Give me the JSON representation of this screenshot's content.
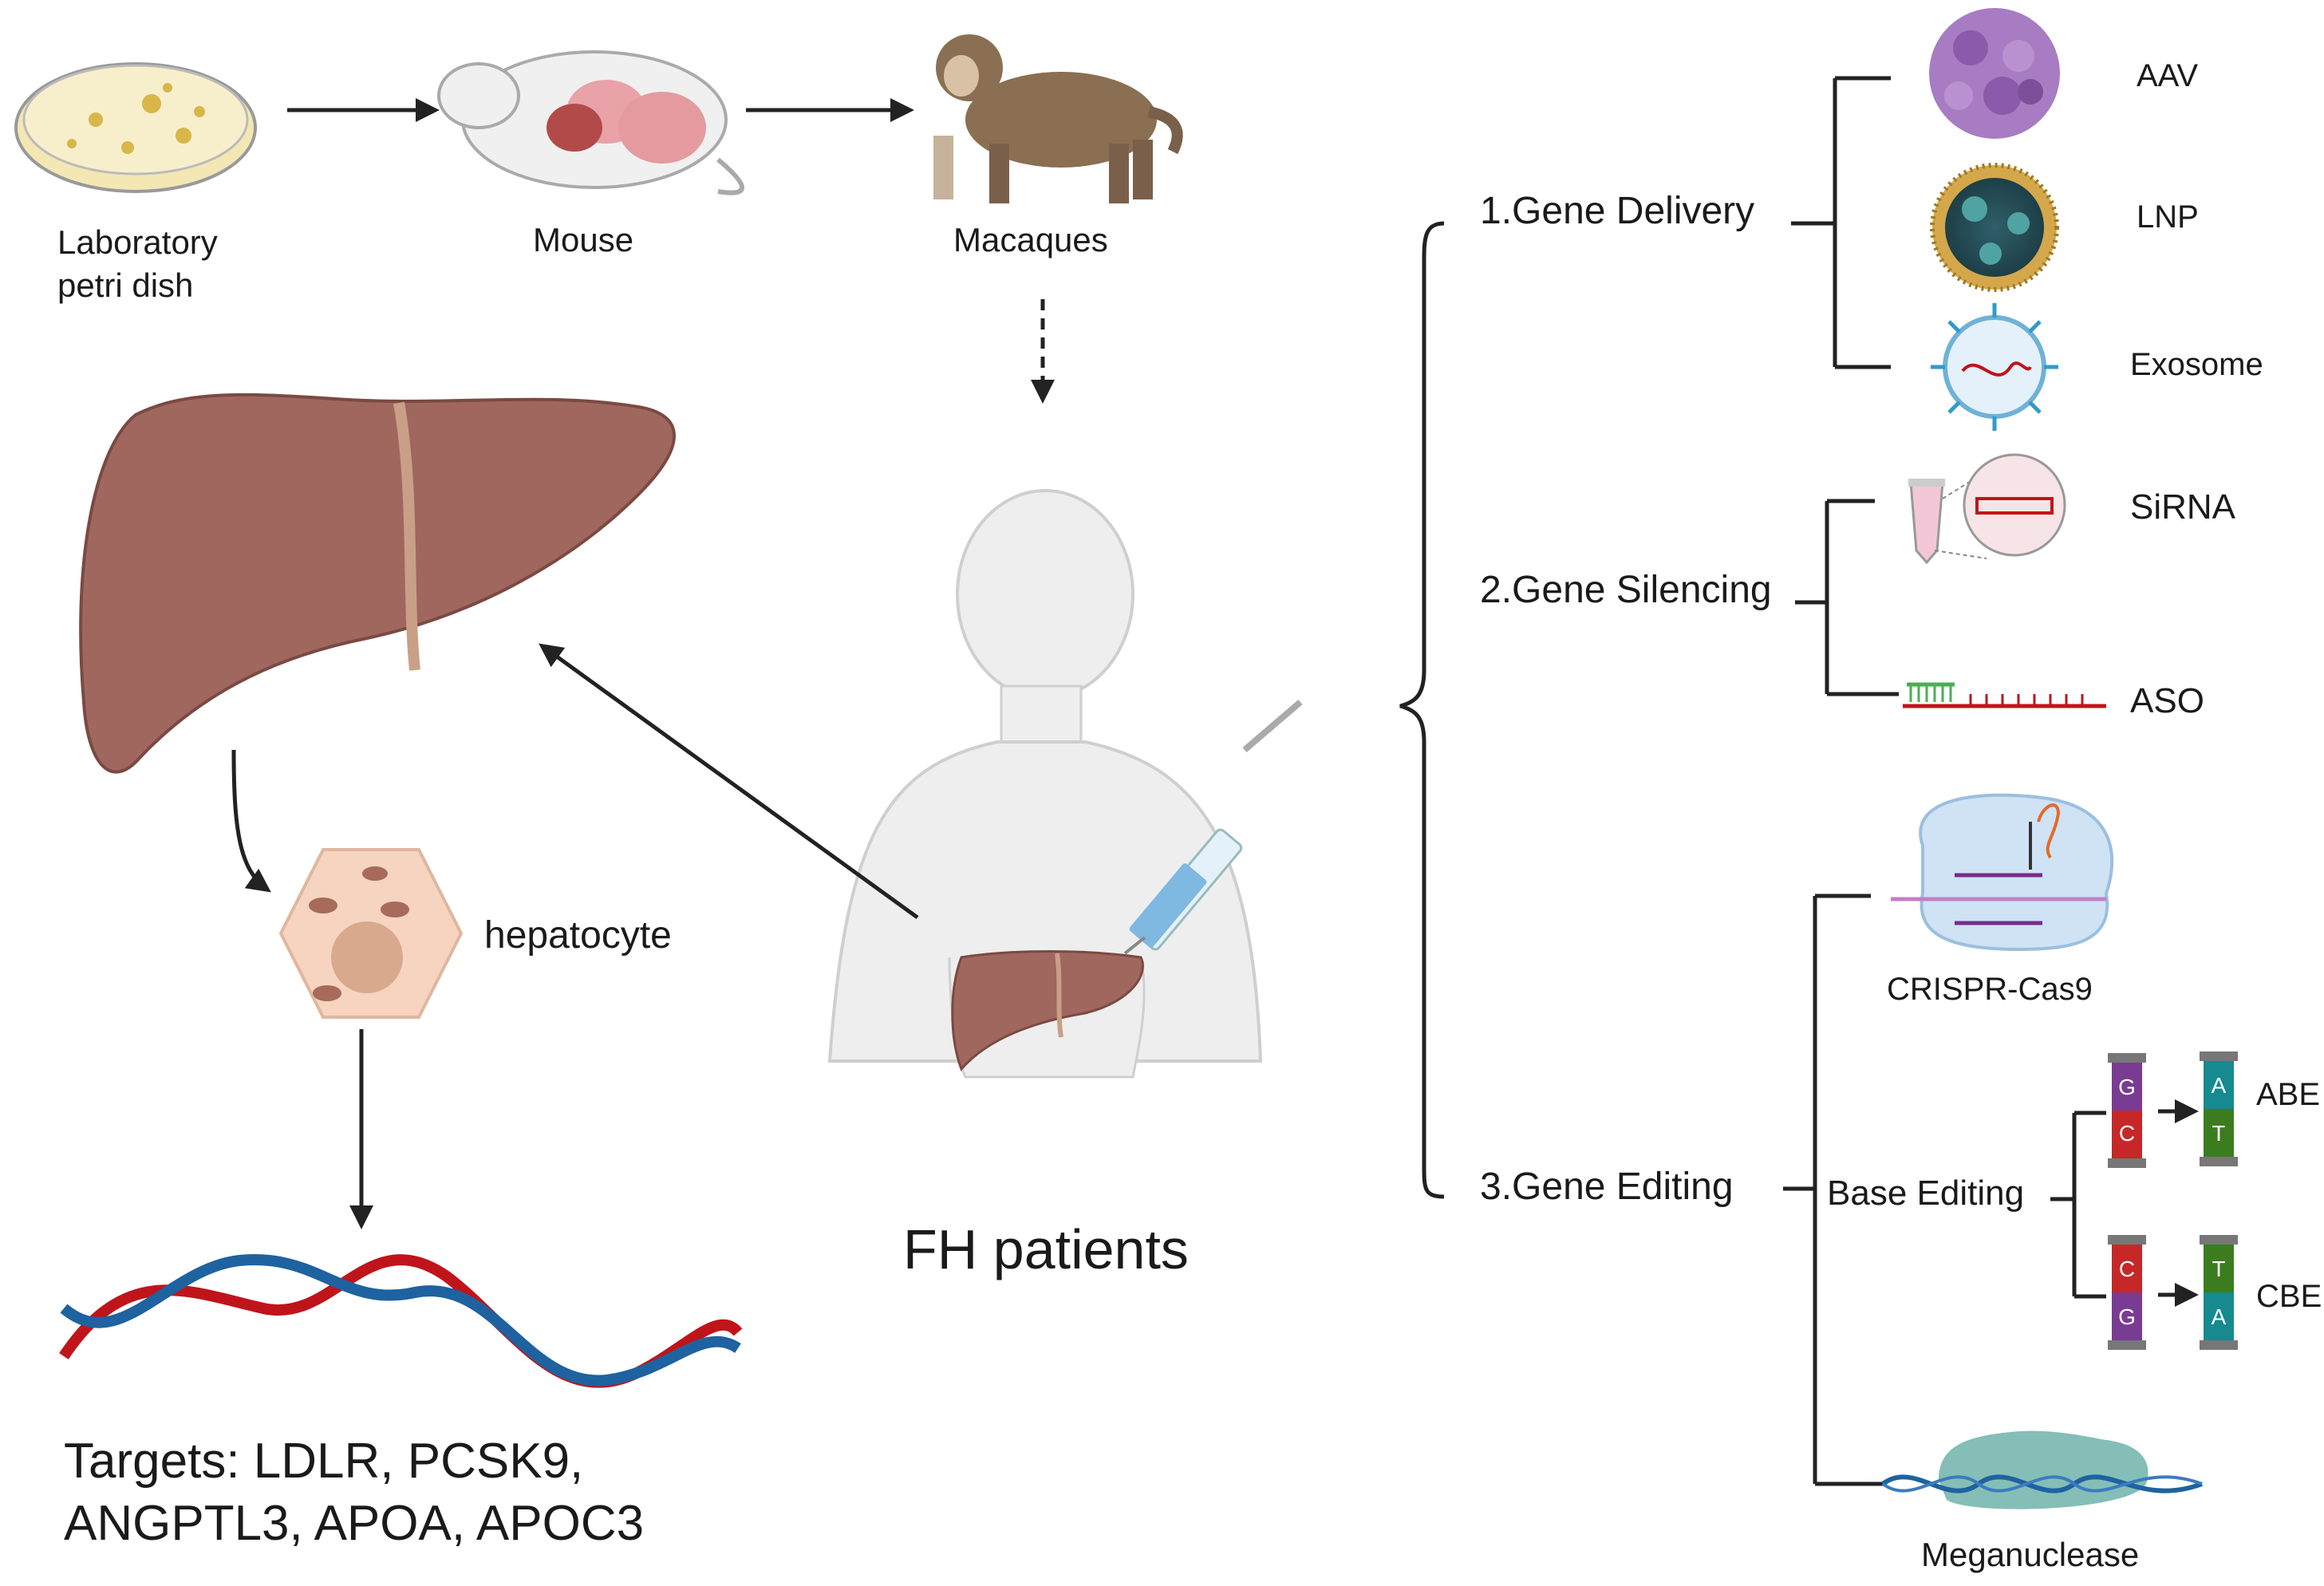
{
  "models": {
    "petri": "Laboratory",
    "petri_line2": "petri dish",
    "mouse": "Mouse",
    "macaque": "Macaques"
  },
  "left": {
    "hepatocyte": "hepatocyte",
    "targets_line1": "Targets: LDLR, PCSK9,",
    "targets_line2": "ANGPTL3, APOA, APOC3"
  },
  "center": {
    "patients": "FH patients"
  },
  "strategies": {
    "delivery": {
      "title": "1.Gene Delivery",
      "items": [
        "AAV",
        "LNP",
        "Exosome"
      ]
    },
    "silencing": {
      "title": "2.Gene Silencing",
      "items": [
        "SiRNA",
        "ASO"
      ]
    },
    "editing": {
      "title": "3.Gene Editing",
      "crispr": "CRISPR-Cas9",
      "base_editing": "Base Editing",
      "abe": "ABE",
      "cbe": "CBE",
      "meganuclease": "Meganuclease",
      "abe_before": [
        "G",
        "C"
      ],
      "abe_after": [
        "A",
        "T"
      ],
      "cbe_before": [
        "C",
        "G"
      ],
      "cbe_after": [
        "T",
        "A"
      ]
    }
  },
  "colors": {
    "liver": "#a0675e",
    "liver_dark": "#7a4a43",
    "skin": "#eeeeee",
    "dna_red": "#c0141b",
    "dna_blue": "#1e62a0",
    "aav": "#9b59b6",
    "lnp": "#b8860b",
    "exosome": "#3399cc",
    "cas9": "#cfe3f5",
    "meganuclease": "#6fb3a9"
  }
}
